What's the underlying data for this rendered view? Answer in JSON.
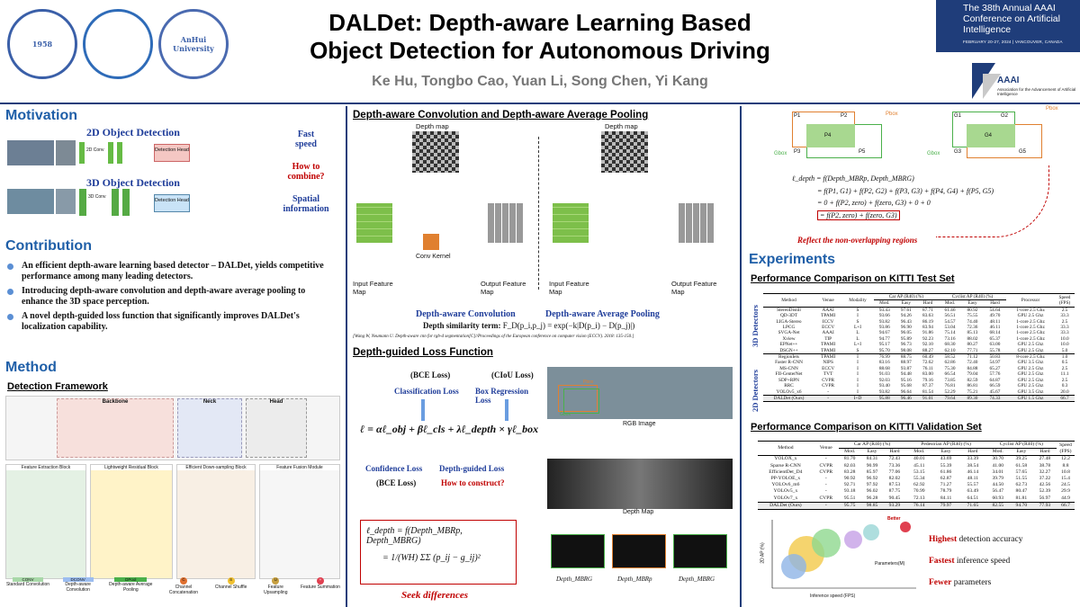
{
  "header": {
    "title_line1": "DALDet: Depth-aware Learning Based",
    "title_line2": "Object Detection for Autonomous Driving",
    "authors": "Ke Hu, Tongbo Cao, Yuan Li, Song Chen, Yi Kang",
    "conference": "The 38th Annual AAAI Conference on Artificial Intelligence",
    "conference_sub": "FEBRUARY 20-27, 2024 | VANCOUVER, CANADA",
    "aaai_logo": "AAAI",
    "aaai_sub": "Association for the Advancement of Artificial Intelligence",
    "logos": [
      "1958",
      "AnHui University"
    ]
  },
  "motivation": {
    "heading": "Motivation",
    "det2d": "2D Object Detection",
    "det3d": "3D Object Detection",
    "conv2d": "2D Conv",
    "conv3d": "3D Conv",
    "head_label": "Detection Head",
    "q1": "Fast speed",
    "q2": "How to combine?",
    "q3": "Spatial information"
  },
  "contribution": {
    "heading": "Contribution",
    "items": [
      "An efficient depth-aware learning based detector – DALDet, yields competitive performance among many leading detectors.",
      "Introducing depth-aware convolution and depth-aware average pooling to enhance the 3D space perception.",
      "A novel depth-guided loss function that significantly improves DALDet's localization capability."
    ]
  },
  "method": {
    "heading": "Method",
    "sub": "Detection Framework",
    "blocks": [
      "Backbone",
      "Neck",
      "Head"
    ],
    "modules": [
      "Feature Extraction Block",
      "Lightweight Residual Block",
      "Efficient Down-sampling Block",
      "Feature Fusion Module"
    ],
    "legend": [
      "Standard Convolution",
      "Depth-aware Convolution",
      "Depth-aware Average Pooling",
      "Channel Concatenation",
      "Channel Shuffle",
      "Feature Upsampling",
      "Feature Summation"
    ],
    "legend_keys": [
      "CONV",
      "DCONV",
      "DPool",
      "C",
      "S",
      "U",
      "+"
    ]
  },
  "dconv": {
    "heading": "Depth-aware Convolution and Depth-aware Average Pooling",
    "depth_map": "Depth map",
    "conv_kernel": "Conv Kernel",
    "input_fm": "Input Feature Map",
    "output_fm": "Output Feature Map",
    "cap_conv": "Depth-aware Convolution",
    "cap_pool": "Depth-aware Average Pooling",
    "similarity_label": "Depth similarity term:",
    "similarity": "F_D(p_i,p_j) = exp(−k|D(p_i) − D(p_j)|)",
    "ref": "[Wang W, Neumann U. Depth-aware cnn for rgb-d segmentation[C]//Proceedings of the European conference on computer vision (ECCV). 2018: 135-150.]"
  },
  "loss": {
    "heading": "Depth-guided Loss Function",
    "bce_top": "(BCE Loss)",
    "ciou_top": "(CIoU Loss)",
    "cls_loss": "Classification Loss",
    "box_loss": "Box Regression Loss",
    "equation": "ℓ = αℓ_obj + βℓ_cls + λℓ_depth × γℓ_box",
    "conf_loss": "Confidence Loss",
    "depth_loss": "Depth-guided Loss",
    "bce_bottom": "(BCE Loss)",
    "how": "How to construct?",
    "eq2": "ℓ_depth = f(Depth_MBRp, Depth_MBRG)",
    "eq3": "= 1/(WH) ΣΣ (p_ij − g_ij)²",
    "seek": "Seek differences",
    "rgb": "RGB Image",
    "depthmap": "Depth Map",
    "pbox": "Pbox",
    "gbox": "Gbox",
    "d_labels": [
      "Depth_MBRG",
      "Depth_MBRp",
      "Depth_MBRG"
    ]
  },
  "overlap": {
    "boxes": [
      "P1",
      "P2",
      "P3",
      "P4",
      "P5",
      "G1",
      "G2",
      "G3",
      "G4",
      "G5"
    ],
    "pbox": "Pbox",
    "gbox": "Gbox",
    "eq": [
      "ℓ_depth = f(Depth_MBRp, Depth_MBRG)",
      "= f(P1, G1) + f(P2, G2) + f(P3, G3) + f(P4, G4) + f(P5, G5)",
      "= 0 + f(P2, zero) + f(zero, G3) + 0 + 0",
      "= f(P2, zero) + f(zero, G3)"
    ],
    "note": "Reflect the non-overlapping regions"
  },
  "experiments": {
    "heading": "Experiments",
    "test_heading": "Performance Comparison on KITTI Test Set",
    "val_heading": "Performance Comparison on KITTI Validation Set",
    "side_3d": "3D Detectors",
    "side_2d": "2D Detectors",
    "test_cols": [
      "Method",
      "Venue",
      "Modality",
      "Car AP (R40) (%)",
      "Cyclist AP (R40) (%)",
      "Processor",
      "Speed (FPS)"
    ],
    "sub_cols": [
      "Mod.",
      "Easy",
      "Hard",
      "Mod.",
      "Easy",
      "Hard"
    ],
    "test_rows": [
      [
        "StereoDistill",
        "AAAI",
        "S",
        "93.43",
        "97.61",
        "87.71",
        "61.46",
        "80.92",
        "54.64",
        "1-core 2.5 Ghz",
        "2.5"
      ],
      [
        "QD-3DT",
        "TPAMI",
        "I",
        "93.66",
        "94.26",
        "83.63",
        "56.51",
        "75.55",
        "49.70",
        "GPU 2.5 Ghz",
        "33.3"
      ],
      [
        "LIGA-Stereo",
        "ICCV",
        "S",
        "93.82",
        "96.43",
        "86.19",
        "54.57",
        "74.40",
        "48.11",
        "1-core 2.5 Ghz",
        "2.5"
      ],
      [
        "LPCG",
        "ECCV",
        "L+I",
        "93.86",
        "96.90",
        "83.94",
        "53.04",
        "72.36",
        "46.11",
        "1-core 2.5 Ghz",
        "33.3"
      ],
      [
        "SVGA-Net",
        "AAAI",
        "L",
        "94.67",
        "96.05",
        "91.86",
        "75.14",
        "85.13",
        "68.14",
        "1-core 2.5 Ghz",
        "33.3"
      ],
      [
        "Xview",
        "TIP",
        "L",
        "94.77",
        "95.89",
        "92.23",
        "73.16",
        "88.02",
        "65.37",
        "1-core 2.5 Ghz",
        "10.0"
      ],
      [
        "EPNet++",
        "TPAMI",
        "L+I",
        "95.17",
        "96.73",
        "92.10",
        "68.30",
        "80.27",
        "63.00",
        "GPU 2.5 Ghz",
        "10.0"
      ],
      [
        "DSGN++",
        "TPAMI",
        "S",
        "95.70",
        "98.08",
        "88.27",
        "62.10",
        "77.71",
        "55.78",
        "GPU 2.5 Ghz",
        "5.0"
      ],
      [
        "RegionIets",
        "TPAMI",
        "I",
        "76.99",
        "88.75",
        "60.49",
        "58.52",
        "71.12",
        "50.83",
        "8-core 2.5 Ghz",
        "1.0"
      ],
      [
        "Faster R-CNN",
        "NIPS",
        "I",
        "83.16",
        "88.97",
        "72.62",
        "62.86",
        "72.40",
        "54.97",
        "GPU 3.5 Ghz",
        "0.5"
      ],
      [
        "MS-CNN",
        "ECCV",
        "I",
        "88.68",
        "93.87",
        "76.11",
        "75.30",
        "84.88",
        "65.27",
        "GPU 2.5 Ghz",
        "2.5"
      ],
      [
        "FII-CenterNet",
        "TVT",
        "I",
        "91.03",
        "94.48",
        "83.00",
        "66.54",
        "79.04",
        "57.76",
        "GPU 2.5 Ghz",
        "11.1"
      ],
      [
        "SDP+RPN",
        "CVPR",
        "I",
        "92.03",
        "95.16",
        "79.16",
        "73.85",
        "82.59",
        "64.87",
        "GPU 2.5 Ghz",
        "2.5"
      ],
      [
        "RRC",
        "CVPR",
        "I",
        "93.40",
        "95.68",
        "87.37",
        "76.81",
        "86.81",
        "66.59",
        "GPU 2.5 Ghz",
        "0.3"
      ],
      [
        "YOLOv5_x6",
        "-",
        "I",
        "93.82",
        "96.64",
        "81.54",
        "52.29",
        "75.21",
        "45.67",
        "GPU 3.5 Ghz",
        "20.0"
      ],
      [
        "DALDet (Ours)",
        "-",
        "I+D",
        "95.88",
        "96.46",
        "91.01",
        "79.64",
        "89.30",
        "74.33",
        "GPU 1.5 Ghz",
        "66.7"
      ]
    ],
    "val_cols": [
      "Method",
      "Venue",
      "Car AP (R40) (%)",
      "Pedestrian AP (R40) (%)",
      "Cyclist AP (R40) (%)",
      "Speed (FPS)"
    ],
    "val_sub_cols": [
      "Mod.",
      "Easy",
      "Hard",
      "Mod.",
      "Easy",
      "Hard",
      "Mod.",
      "Easy",
      "Hard"
    ],
    "val_rows": [
      [
        "YOLOX_x",
        "-",
        "81.70",
        "84.31",
        "72.43",
        "40.01",
        "43.69",
        "33.39",
        "30.70",
        "39.25",
        "27.48",
        "12.2"
      ],
      [
        "Sparse R-CNN",
        "CVPR",
        "82.03",
        "90.99",
        "73.36",
        "45.11",
        "55.39",
        "38.54",
        "41.00",
        "61.58",
        "38.78",
        "8.8"
      ],
      [
        "EfficientDet_D4",
        "CVPR",
        "83.28",
        "85.97",
        "77.06",
        "53.15",
        "61.86",
        "46.14",
        "34.01",
        "57.65",
        "32.27",
        "10.8"
      ],
      [
        "PP-YOLOE_x",
        "-",
        "90.92",
        "96.92",
        "82.02",
        "55.34",
        "62.87",
        "48.11",
        "39.79",
        "51.55",
        "37.22",
        "15.4"
      ],
      [
        "YOLOv6_m6",
        "-",
        "92.71",
        "97.92",
        "87.53",
        "62.92",
        "71.27",
        "55.57",
        "44.50",
        "62.73",
        "42.56",
        "24.5"
      ],
      [
        "YOLOv5_x",
        "-",
        "93.18",
        "96.02",
        "87.75",
        "70.99",
        "78.79",
        "63.49",
        "56.47",
        "80.47",
        "52.39",
        "29.9"
      ],
      [
        "YOLOv7_x",
        "CVPR",
        "95.51",
        "96.28",
        "90.45",
        "72.13",
        "84.11",
        "64.51",
        "60.93",
        "81.81",
        "56.97",
        "44.9"
      ],
      [
        "DALDet (Ours)",
        "-",
        "95.75",
        "98.85",
        "93.29",
        "76.14",
        "79.97",
        "71.65",
        "82.55",
        "94.70",
        "77.93",
        "66.7"
      ]
    ],
    "summary": [
      {
        "highlight": "Highest",
        "rest": " detection accuracy"
      },
      {
        "highlight": "Fastest",
        "rest": " inference speed"
      },
      {
        "highlight": "Fewer",
        "rest": " parameters"
      }
    ],
    "bubble_xlabel": "Inference speed (FPS)",
    "bubble_ylabel": "2D AP (%)",
    "bubble_legend": "Parameters(M)",
    "bubble_better": "Better"
  },
  "colors": {
    "accent": "#1f5fa8",
    "red": "#c00000",
    "navy": "#1f3d7a"
  }
}
